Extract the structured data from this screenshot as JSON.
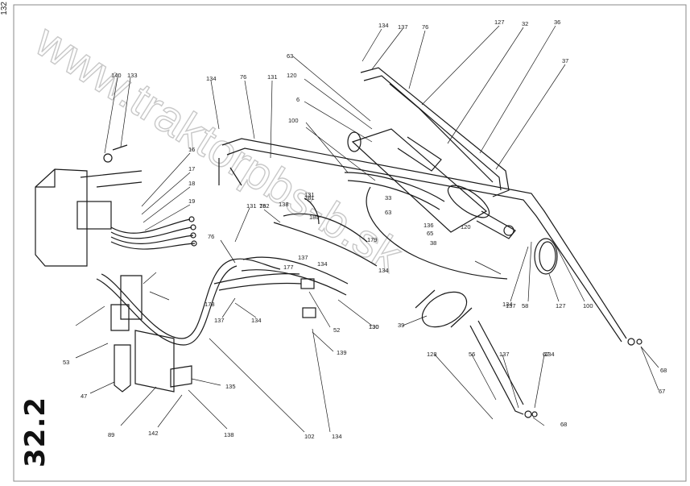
{
  "page": {
    "page_number": "132",
    "section_number": "32.2",
    "watermark": "www.traktorpbs-b.sk"
  },
  "callouts": [
    "134",
    "137",
    "76",
    "127",
    "32",
    "36",
    "37",
    "63",
    "120",
    "6",
    "100",
    "131",
    "76",
    "134",
    "140",
    "133",
    "16",
    "17",
    "18",
    "19",
    "131",
    "76",
    "182",
    "138",
    "180",
    "181",
    "131",
    "33",
    "63",
    "136",
    "65",
    "120",
    "179",
    "177",
    "38",
    "137",
    "134",
    "134",
    "76",
    "178",
    "137",
    "134",
    "130",
    "52",
    "139",
    "134",
    "130",
    "53",
    "47",
    "135",
    "142",
    "138",
    "89",
    "102",
    "134",
    "39",
    "128",
    "56",
    "137",
    "67",
    "68",
    "67",
    "68",
    "134",
    "137",
    "58",
    "127",
    "100"
  ],
  "legend": {
    "colors": {
      "ink": "#1a1a1a",
      "watermark": "#bfbfbf",
      "paper": "#ffffff"
    }
  }
}
